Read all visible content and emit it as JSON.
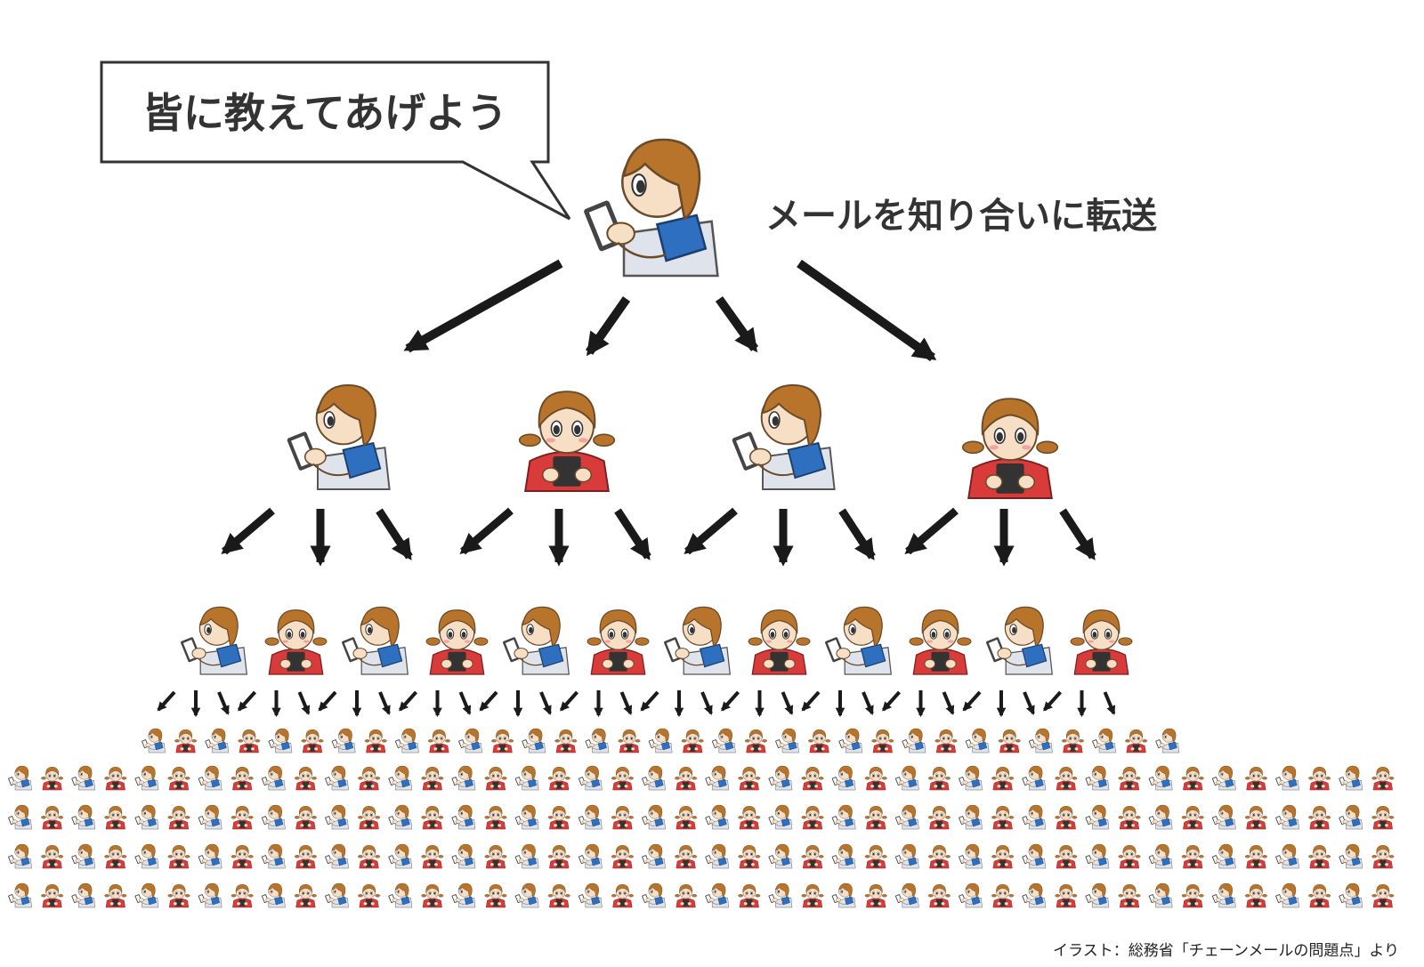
{
  "speech_bubble": {
    "text": "皆に教えてあげよう"
  },
  "forward_label": {
    "text": "メールを知り合いに転送"
  },
  "credit": {
    "text": "イラスト：総務省「チェーンメールの問題点」より"
  },
  "colors": {
    "hair": "#b8742a",
    "skin": "#f7dfc5",
    "boy_shirt": "#2e6fbf",
    "girl_shirt": "#d93a3a",
    "phone": "#333333",
    "arrow": "#1a1a1a"
  },
  "icons": {
    "boy": "boy-with-phone-icon",
    "girl": "girl-with-phone-icon",
    "arrow": "arrow-down-icon"
  }
}
